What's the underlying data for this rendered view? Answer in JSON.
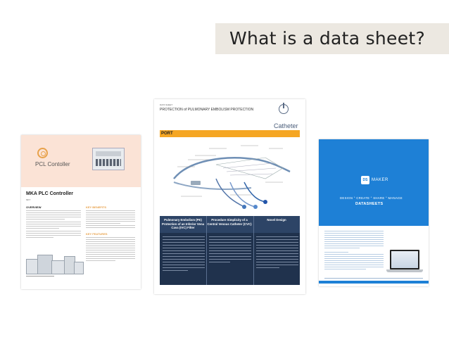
{
  "slide": {
    "title": "What is a data sheet?"
  },
  "doc_left": {
    "brand": "PCL Contoller",
    "product_title": "MKA PLC Controller",
    "product_sub": "MKT",
    "overview_heading": "OVERVIEW",
    "benefits_heading": "KEY BENEFITS",
    "features_heading": "KEY FEATURES",
    "accent_color": "#e8a24b",
    "header_color": "#fbe3d6"
  },
  "doc_mid": {
    "label": "DATA SHEET",
    "heading": "PROTECTION of PULMONARY EMBOLISM PROTECTION",
    "logo_text": "Catheter",
    "section_bar": "PORT",
    "bar_color": "#f5a623",
    "table_color": "#20324d",
    "columns": [
      {
        "title": "Pulmonary Embolism (PE) Protection of an Inferior Vena Cava (IVC) Filter"
      },
      {
        "title": "Procedure Simplicity of a Central Venous Catheter (CVC)"
      },
      {
        "title": "Novel Design"
      }
    ]
  },
  "doc_right": {
    "logo_mark": "DS",
    "brand": "MAKER",
    "tagline": "DESIGN ° CREATE ° SHARE ° MANAGE",
    "title": "DATASHEETS",
    "brand_color": "#1e80d6"
  }
}
